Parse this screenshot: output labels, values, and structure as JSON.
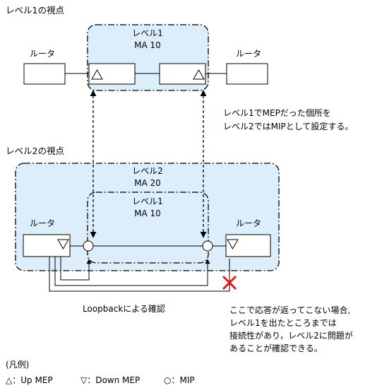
{
  "level1_view": {
    "heading": "レベル1の視点",
    "domain_label": "レベル1",
    "ma_label": "MA 10",
    "left_router": "ルータ",
    "right_router": "ルータ"
  },
  "note_top": {
    "line1": "レベル1でMEPだった個所を",
    "line2": "レベル2ではMIPとして設定する。"
  },
  "level2_view": {
    "heading": "レベル2の視点",
    "domain_label": "レベル2",
    "ma_label": "MA 20",
    "inner_domain_label": "レベル1",
    "inner_ma_label": "MA 10",
    "left_router": "ルータ",
    "right_router": "ルータ"
  },
  "loopback_caption": "Loopbackによる確認",
  "failure_mark": "×",
  "note_bottom": {
    "line1": "ここで応答が返ってこない場合,",
    "line2": "レベル1を出たところまでは",
    "line3": "接続性があり，レベル2に問題が",
    "line4": "あることが確認できる。"
  },
  "legend": {
    "title": "(凡例)",
    "up_mep": "△：Up MEP",
    "down_mep": "▽：Down MEP",
    "mip": "○：MIP"
  },
  "colors": {
    "domain_fill": "#dceefc",
    "failure_mark": "#e8151c"
  }
}
